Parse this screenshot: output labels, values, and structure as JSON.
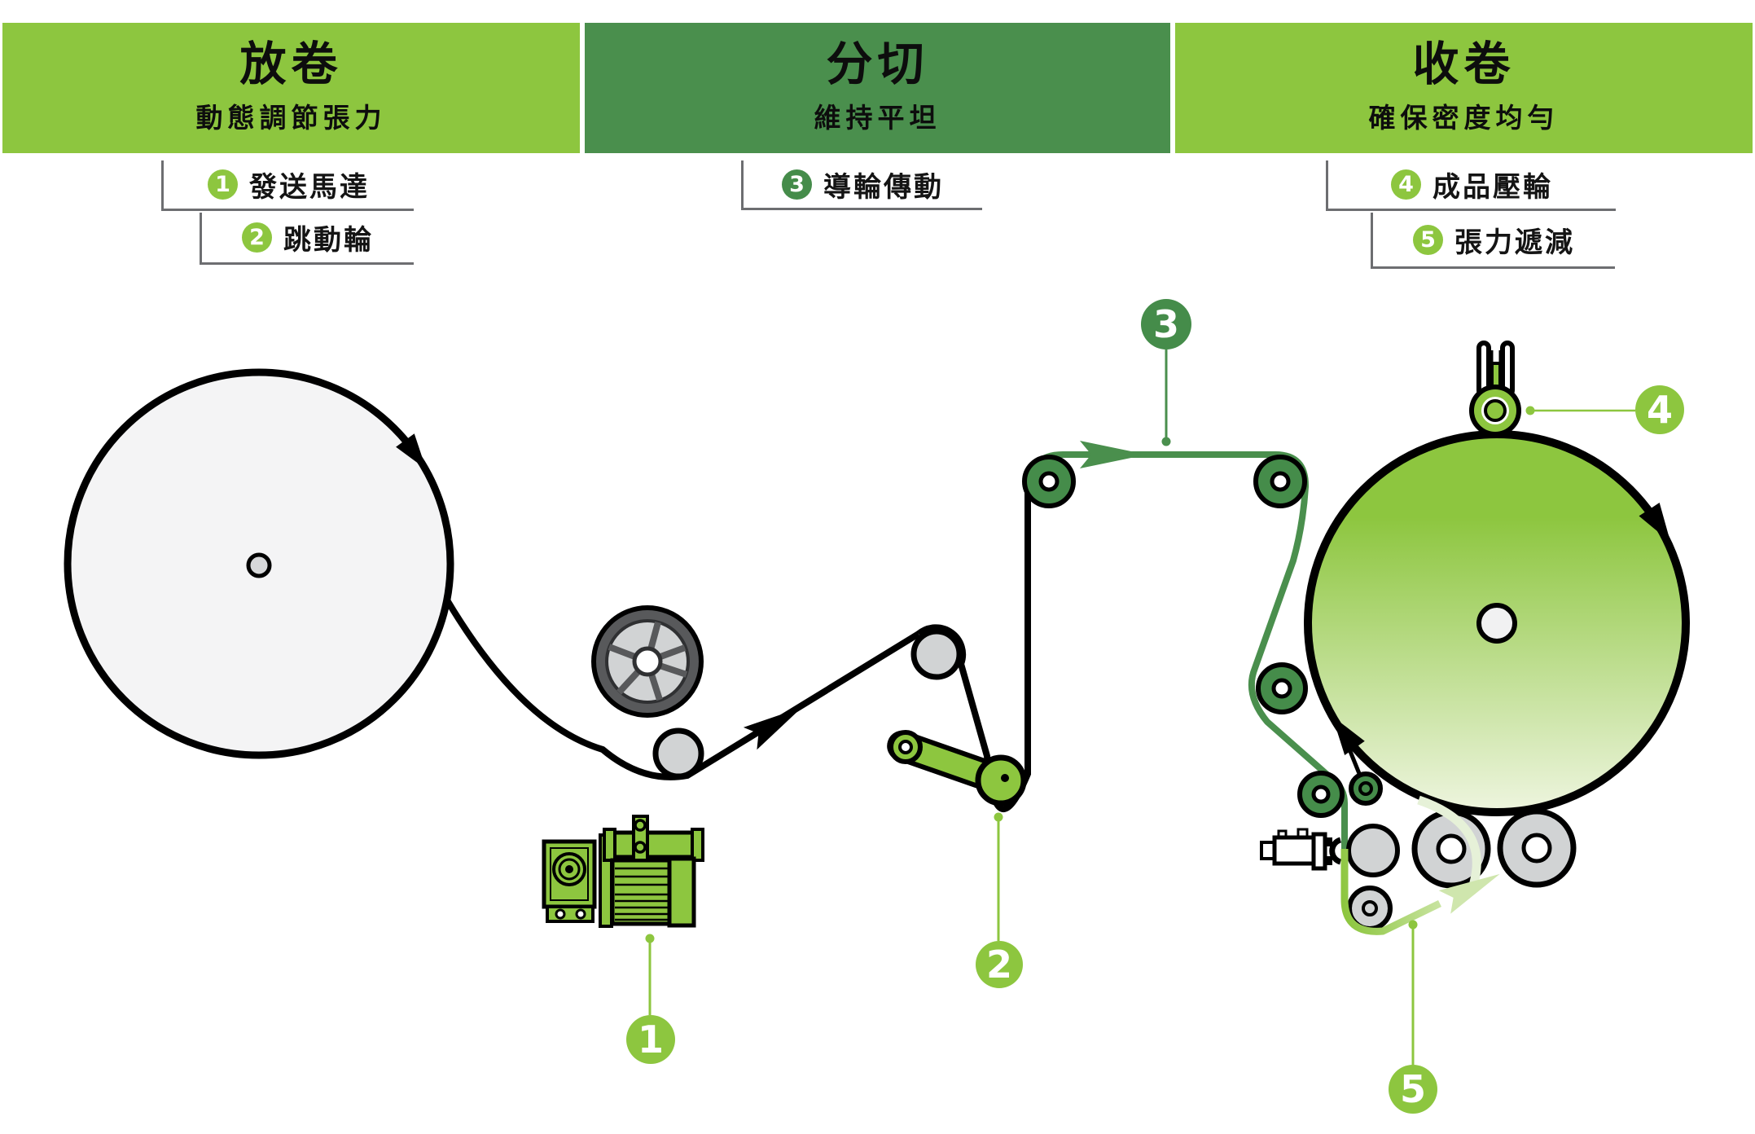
{
  "sections": {
    "unwind": {
      "title": "放卷",
      "subtitle": "動態調節張力"
    },
    "slit": {
      "title": "分切",
      "subtitle": "維持平坦"
    },
    "rewind": {
      "title": "收卷",
      "subtitle": "確保密度均勻"
    }
  },
  "callouts": {
    "c1": {
      "num": "1",
      "label": "發送馬達"
    },
    "c2": {
      "num": "2",
      "label": "跳動輪"
    },
    "c3": {
      "num": "3",
      "label": "導輪傳動"
    },
    "c4": {
      "num": "4",
      "label": "成品壓輪"
    },
    "c5": {
      "num": "5",
      "label": "張力遞減"
    }
  },
  "colors": {
    "lime": "#8dc63f",
    "dark_green": "#4a8f4d",
    "roller_green": "#458c4a",
    "light_gray": "#d1d3d4",
    "frame_gray": "#6d6e71",
    "pale_lime": "#d9ecbc"
  }
}
